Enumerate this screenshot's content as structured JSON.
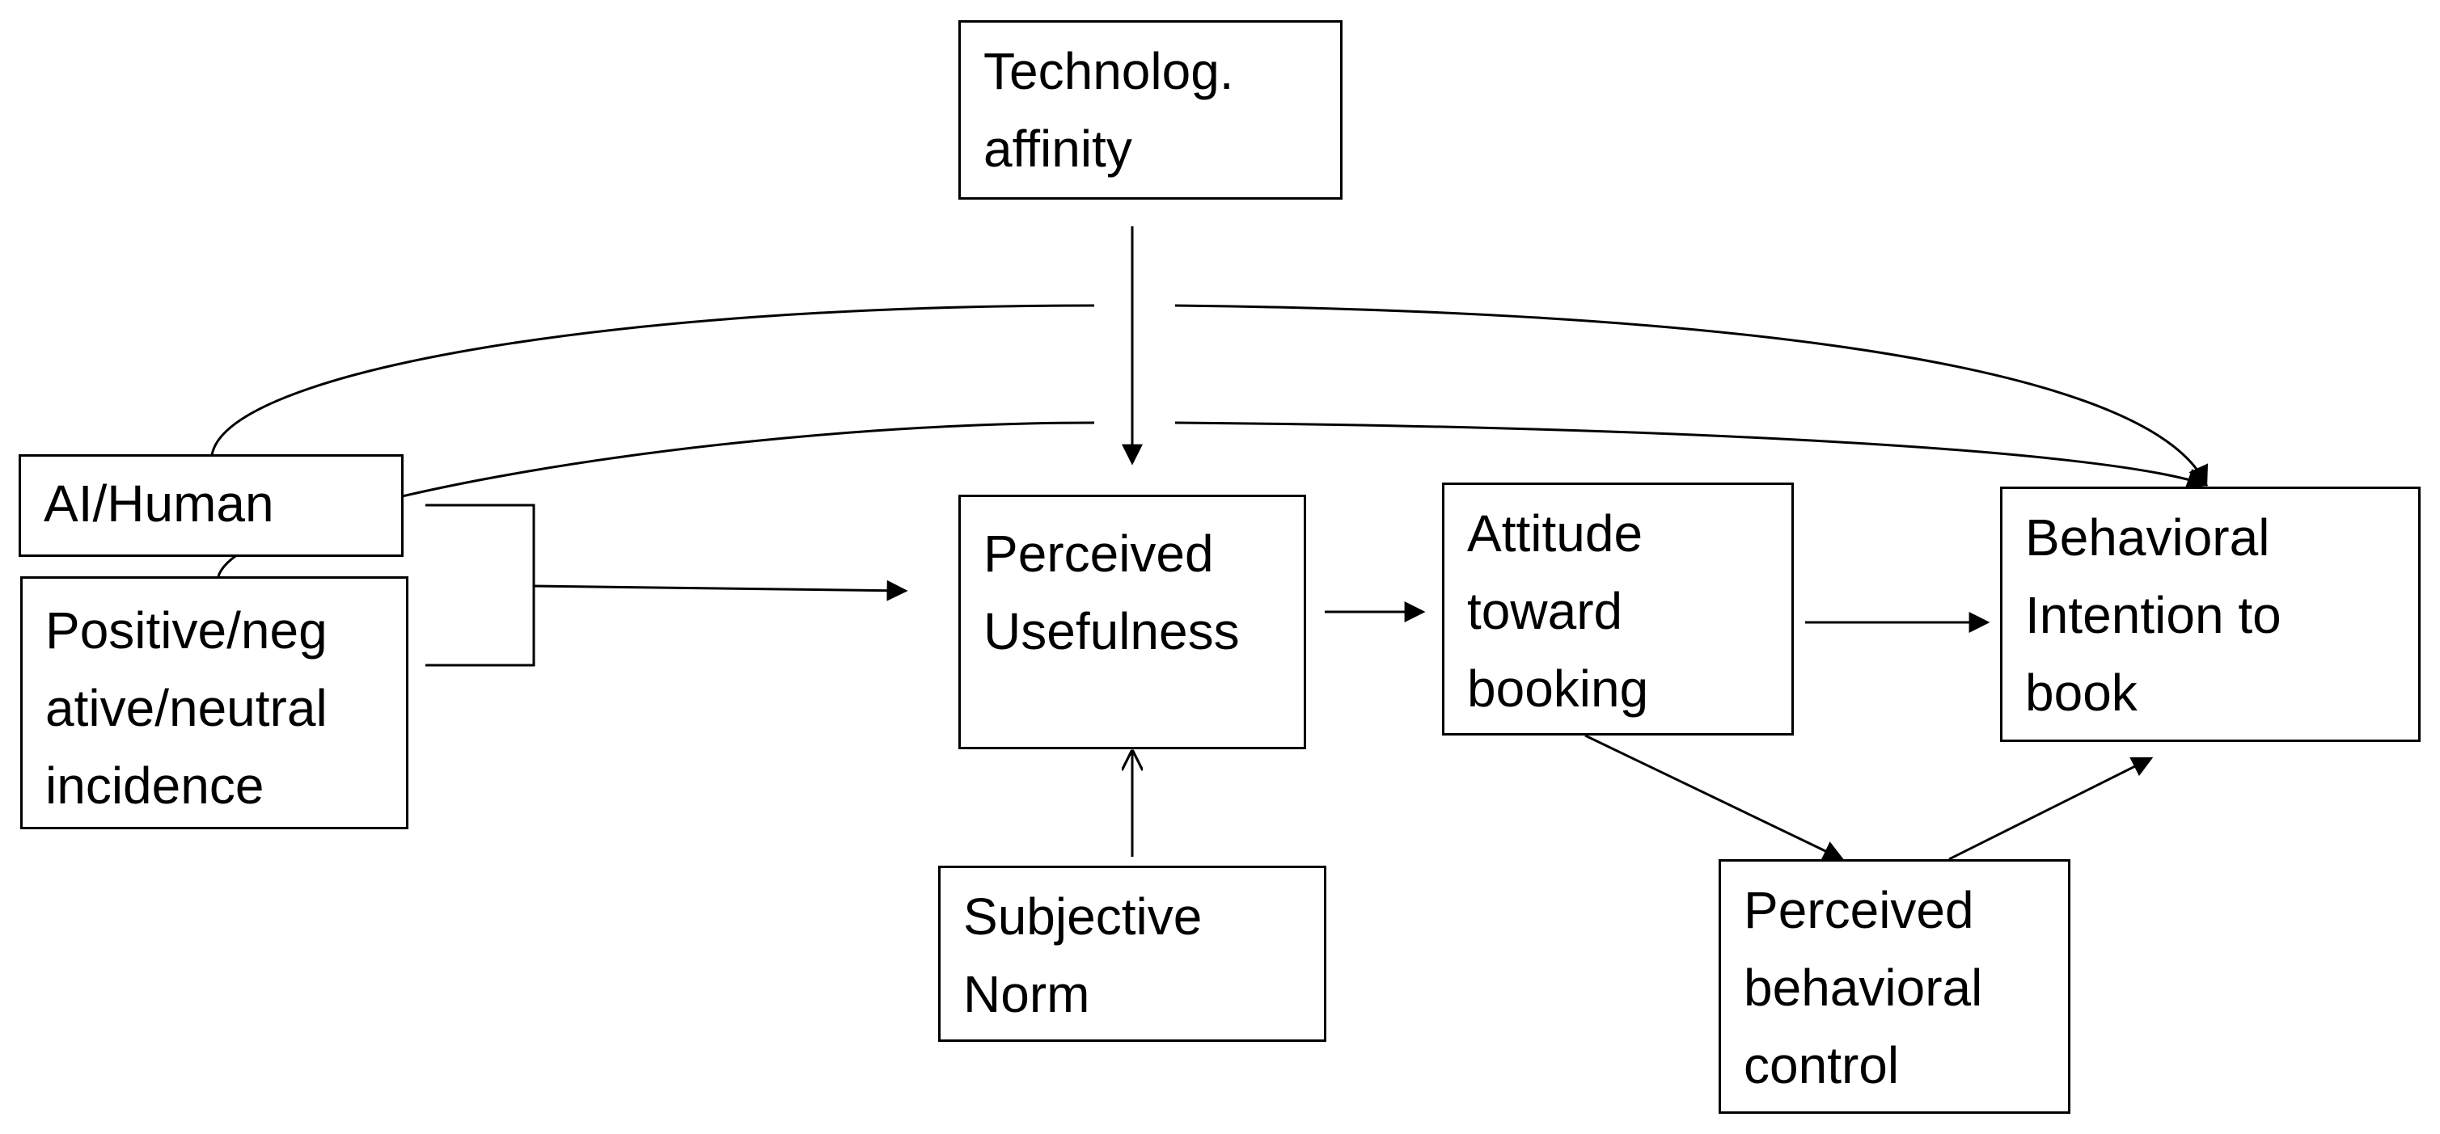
{
  "diagram": {
    "nodes": {
      "tech_affinity": {
        "label": "Technolog.\naffinity"
      },
      "ai_human": {
        "label": "AI/Human"
      },
      "incidence": {
        "label": "Positive/neg\native/neutral\nincidence"
      },
      "perceived_usefulness": {
        "label": "Perceived\nUsefulness"
      },
      "attitude": {
        "label": "Attitude\ntoward\nbooking"
      },
      "behavioral_intention": {
        "label": "Behavioral\nIntention to\nbook"
      },
      "subjective_norm": {
        "label": "Subjective\nNorm"
      },
      "pbc": {
        "label": "Perceived\nbehavioral\ncontrol"
      }
    },
    "edges": [
      {
        "from": "tech_affinity",
        "to": "perceived_usefulness"
      },
      {
        "from": "ai_human",
        "to": "behavioral_intention"
      },
      {
        "from": "incidence",
        "to": "behavioral_intention"
      },
      {
        "from": "ai_human",
        "to": "perceived_usefulness"
      },
      {
        "from": "incidence",
        "to": "perceived_usefulness"
      },
      {
        "from": "subjective_norm",
        "to": "perceived_usefulness"
      },
      {
        "from": "perceived_usefulness",
        "to": "attitude"
      },
      {
        "from": "attitude",
        "to": "behavioral_intention"
      },
      {
        "from": "attitude",
        "to": "pbc"
      },
      {
        "from": "pbc",
        "to": "behavioral_intention"
      }
    ],
    "colors": {
      "stroke": "#000000",
      "background": "#ffffff"
    }
  }
}
